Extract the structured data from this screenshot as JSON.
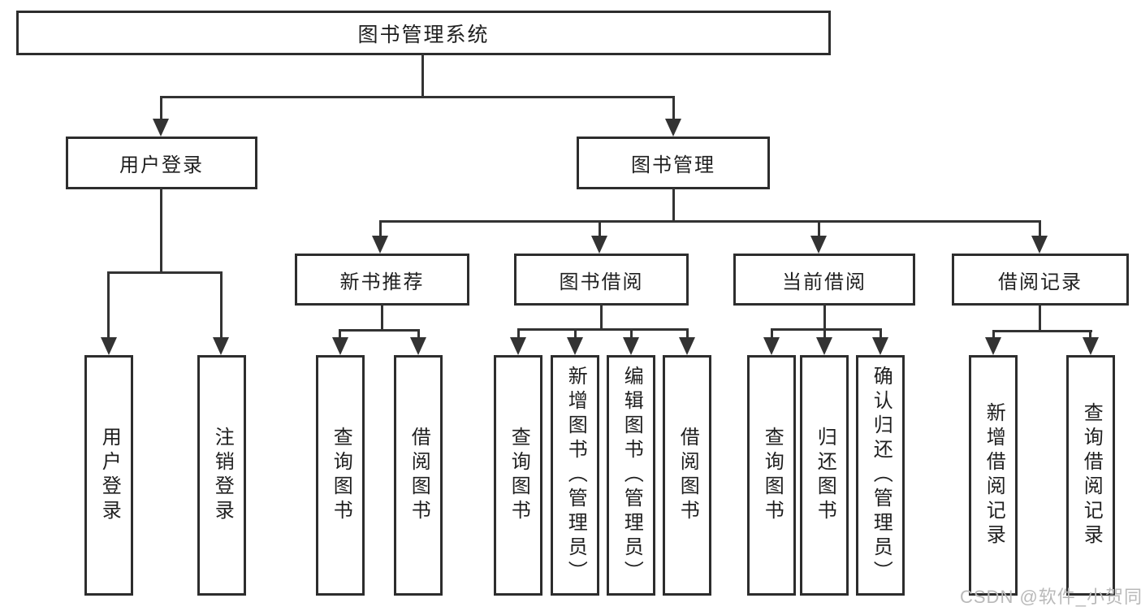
{
  "diagram": {
    "watermark": "CSDN @软件_小贺同学",
    "colors": {
      "line": "#333333",
      "box_border": "#2d2d2d",
      "text": "#1f1f1f",
      "watermark_text": "#b9b9b9",
      "background": "#ffffff"
    },
    "tree": {
      "label": "图书管理系统",
      "children": [
        {
          "label": "用户登录",
          "children": [
            {
              "label": "用户登录"
            },
            {
              "label": "注销登录"
            }
          ]
        },
        {
          "label": "图书管理",
          "children": [
            {
              "label": "新书推荐",
              "children": [
                {
                  "label": "查询图书"
                },
                {
                  "label": "借阅图书"
                }
              ]
            },
            {
              "label": "图书借阅",
              "children": [
                {
                  "label": "查询图书"
                },
                {
                  "label": "新增图书（管理员）"
                },
                {
                  "label": "编辑图书（管理员）"
                },
                {
                  "label": "借阅图书"
                }
              ]
            },
            {
              "label": "当前借阅",
              "children": [
                {
                  "label": "查询图书"
                },
                {
                  "label": "归还图书"
                },
                {
                  "label": "确认归还（管理员）"
                }
              ]
            },
            {
              "label": "借阅记录",
              "children": [
                {
                  "label": "新增借阅记录"
                },
                {
                  "label": "查询借阅记录"
                }
              ]
            }
          ]
        }
      ]
    }
  }
}
